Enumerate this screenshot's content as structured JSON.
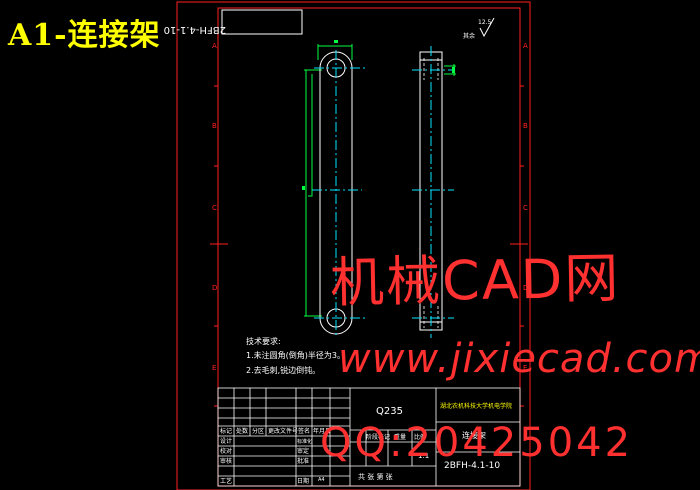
{
  "banner_title": "A1-连接架",
  "drawing": {
    "drawing_no_box": "2BFH-4.1-10",
    "roughness_value": "12.5",
    "roughness_label": "其余",
    "zone_letters": [
      "A",
      "B",
      "C",
      "D",
      "E"
    ],
    "tech_heading": "技术要求:",
    "tech_line_1": "1.未注圆角(倒角)半径为3。",
    "tech_line_2": "2.去毛刺,锐边倒钝。"
  },
  "title_block": {
    "material": "Q235",
    "school": "湖北农机科技大学机电学院",
    "part_name": "连接架",
    "drawing_no": "2BFH-4.1-10",
    "rev_headers": [
      "标记",
      "处数",
      "分区",
      "更改文件号",
      "签名",
      "年月日"
    ],
    "role_labels": [
      "设计",
      "校对",
      "审核",
      "工艺"
    ],
    "role_labels_2": [
      "标准化",
      "审定",
      "批准",
      "日期"
    ],
    "stage_labels": [
      "阶段标记",
      "重量",
      "比例"
    ],
    "scale": "1:1",
    "sheet_text": "共 张 第 张",
    "mark_a4": "A4"
  },
  "colors": {
    "frame": "#ff2020",
    "part": "#ffffff",
    "center": "#00e5ff",
    "dim": "#00ff40",
    "title": "#ffff00",
    "watermark": "#ff3030"
  },
  "watermark": {
    "cn": "机械CAD网",
    "url": "www.jixiecad.com",
    "qq": "QQ:20425042"
  }
}
